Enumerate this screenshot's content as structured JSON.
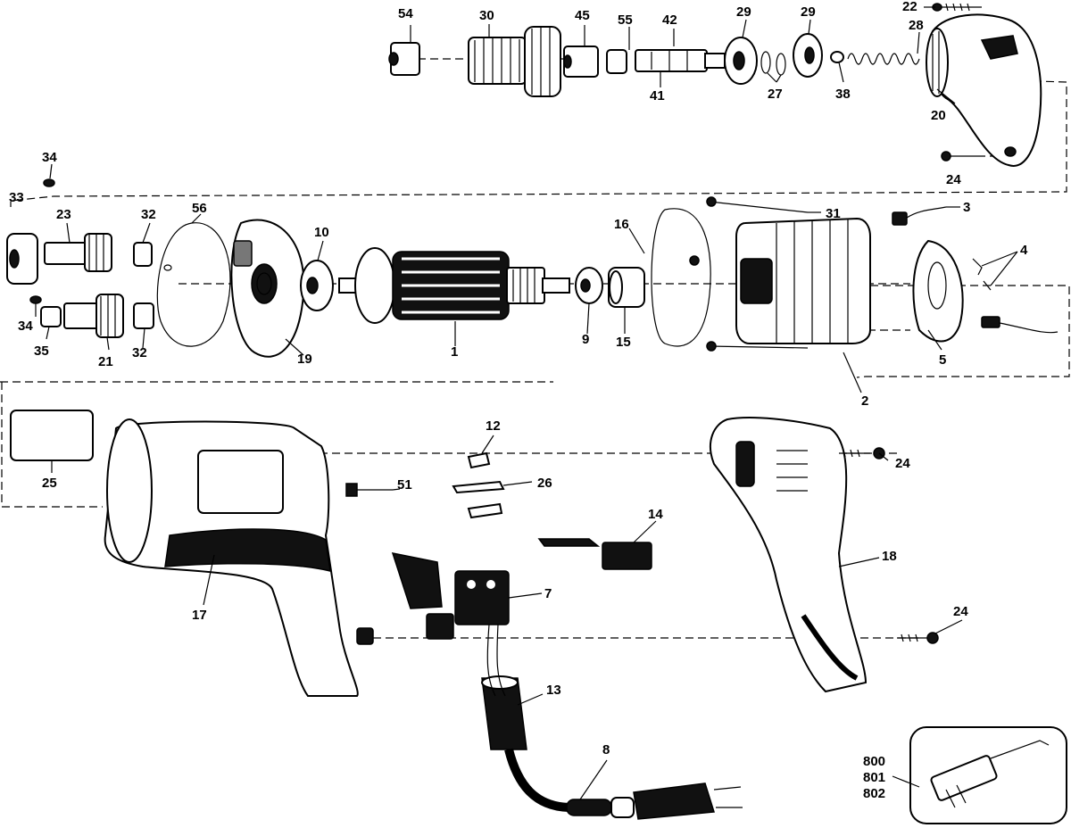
{
  "callouts": {
    "c54": "54",
    "c30": "30",
    "c45": "45",
    "c55": "55",
    "c42": "42",
    "c29a": "29",
    "c29b": "29",
    "c22": "22",
    "c28": "28",
    "c41": "41",
    "c27": "27",
    "c38": "38",
    "c20": "20",
    "c24a": "24",
    "c34a": "34",
    "c33": "33",
    "c23": "23",
    "c32a": "32",
    "c56": "56",
    "c10": "10",
    "c16": "16",
    "c31": "31",
    "c3": "3",
    "c4": "4",
    "c34b": "34",
    "c35": "35",
    "c21": "21",
    "c32b": "32",
    "c19": "19",
    "c1": "1",
    "c9": "9",
    "c15": "15",
    "c5": "5",
    "c2": "2",
    "c12": "12",
    "c24b": "24",
    "c51": "51",
    "c26": "26",
    "c25": "25",
    "c14": "14",
    "c18": "18",
    "c7": "7",
    "c17": "17",
    "c24c": "24",
    "c13": "13",
    "c8": "8",
    "c800": "800",
    "c801": "801",
    "c802": "802"
  }
}
